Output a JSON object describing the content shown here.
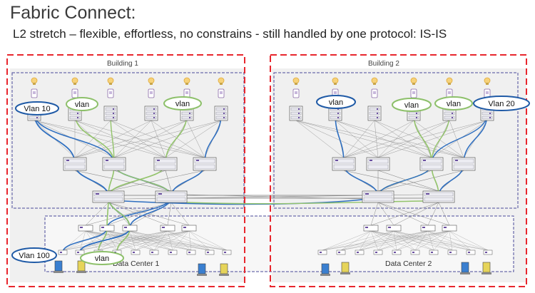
{
  "header": {
    "title": "Fabric Connect:",
    "subtitle": "L2 stretch – flexible, effortless, no constrains - still handled by one protocol: IS-IS"
  },
  "buildings": [
    {
      "label": "Building 1"
    },
    {
      "label": "Building 2"
    }
  ],
  "data_centers": [
    {
      "label": "Data Center 1"
    },
    {
      "label": "Data Center 2"
    }
  ],
  "vlan_tags": [
    {
      "label": "Vlan 10",
      "color": "#1f5aa6"
    },
    {
      "label": "vlan",
      "color": "#8dc06a"
    },
    {
      "label": "vlan",
      "color": "#8dc06a"
    },
    {
      "label": "vlan",
      "color": "#1f5aa6"
    },
    {
      "label": "vlan",
      "color": "#8dc06a"
    },
    {
      "label": "vlan",
      "color": "#8dc06a"
    },
    {
      "label": "Vlan 20",
      "color": "#1f5aa6"
    },
    {
      "label": "Vlan 100",
      "color": "#1f5aa6"
    },
    {
      "label": "vlan",
      "color": "#8dc06a"
    }
  ],
  "colors": {
    "boundary_red": "#e8262d",
    "inner_border": "#4a4a9a",
    "blue_path": "#2f6fc0",
    "green_path": "#93c46b",
    "link_gray": "#8a8a8a",
    "switch_accent": "#6a4fa0"
  }
}
